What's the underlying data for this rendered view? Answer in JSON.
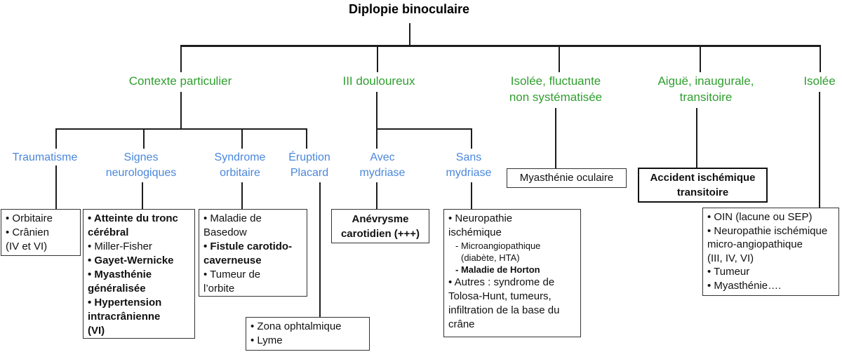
{
  "title": "Diplopie binoculaire",
  "colors": {
    "green": "#2f9e2f",
    "blue": "#4a87dc",
    "line": "#1d1d1d"
  },
  "level1": {
    "contexte": {
      "label": "Contexte particulier"
    },
    "iii": {
      "label": "III douloureux"
    },
    "iso_fluct": {
      "label": "Isolée, fluctuante\nnon systématisée"
    },
    "aigue": {
      "label": "Aiguë, inaugurale,\ntransitoire"
    },
    "isolee": {
      "label": "Isolée"
    }
  },
  "level2": {
    "traumatisme": {
      "label": "Traumatisme"
    },
    "signes": {
      "label": "Signes\nneurologiques"
    },
    "syndrome": {
      "label": "Syndrome\norbitaire"
    },
    "eruption": {
      "label": "Éruption\nPlacard"
    },
    "avec": {
      "label": "Avec\nmydriase"
    },
    "sans": {
      "label": "Sans\nmydriase"
    }
  },
  "boxes": {
    "traumatisme": {
      "items": [
        "• Orbitaire",
        "• Crânien",
        "(IV et VI)"
      ]
    },
    "signes": {
      "items": [
        "• Atteinte du tronc\ncérébral",
        "• Miller-Fisher",
        "• Gayet-Wernicke",
        "• Myasthénie\ngénéralisée",
        "• Hypertension\nintracrânienne\n(VI)"
      ]
    },
    "syndrome": {
      "items": [
        "• Maladie de\nBasedow",
        "• Fistule carotido-\ncaverneuse",
        "• Tumeur de\nl’orbite"
      ]
    },
    "eruption": {
      "items": [
        "• Zona ophtalmique",
        "• Lyme"
      ]
    },
    "avec": {
      "text": "Anévrysme\ncarotidien (+++)"
    },
    "sans": {
      "items": [
        "• Neuropathie\nischémique",
        "- Microangiopathique\n(diabète, HTA)",
        "- Maladie de Horton",
        "• Autres : syndrome de\nTolosa-Hunt, tumeurs,\ninfiltration de la base du\ncrâne"
      ]
    },
    "myasthenie_oculaire": {
      "text": "Myasthénie oculaire"
    },
    "ait": {
      "text": "Accident ischémique\ntransitoire"
    },
    "oin": {
      "items": [
        "• OIN (lacune ou SEP)",
        "• Neuropathie ischémique\nmicro-angiopathique\n(III, IV, VI)",
        "• Tumeur",
        "• Myasthénie…."
      ]
    }
  }
}
